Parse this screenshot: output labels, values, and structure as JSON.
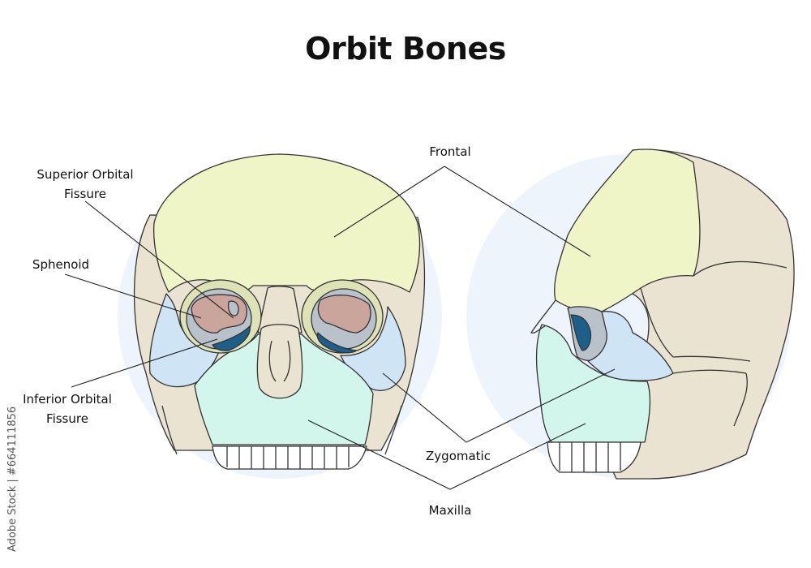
{
  "title": "Orbit Bones",
  "labels": {
    "frontal": "Frontal",
    "superior_orbital_fissure": "Superior Orbital Fissure",
    "sphenoid": "Sphenoid",
    "inferior_orbital_fissure": "Inferior Orbital Fissure",
    "zygomatic": "Zygomatic",
    "maxilla": "Maxilla"
  },
  "watermark": "Adobe Stock | #664111856",
  "colors": {
    "frontal": "#f0f5c8",
    "zygomatic": "#cfe4f4",
    "maxilla": "#d2f5ec",
    "sphenoid": "#c9a59b",
    "ethmoid": "#b9c2ca",
    "fissure": "#1b5f8a",
    "skull": "#ebe3d1",
    "background_circle": "#eef4fb"
  }
}
